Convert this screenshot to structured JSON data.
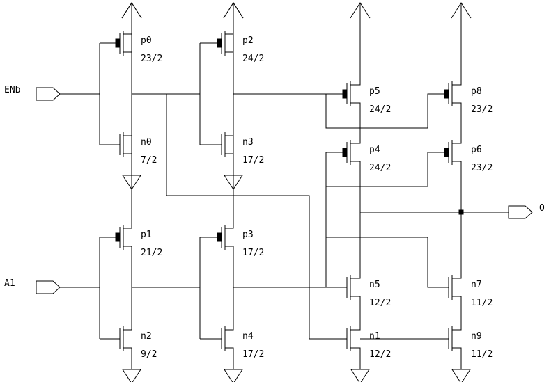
{
  "inputs": [
    {
      "id": "enb",
      "label": "ENb"
    },
    {
      "id": "a1",
      "label": "A1"
    }
  ],
  "outputs": [
    {
      "id": "o",
      "label": "O"
    }
  ],
  "transistors": [
    {
      "id": "p0",
      "type": "pmos",
      "name": "p0",
      "size": "23/2"
    },
    {
      "id": "n0",
      "type": "nmos",
      "name": "n0",
      "size": "7/2"
    },
    {
      "id": "p2",
      "type": "pmos",
      "name": "p2",
      "size": "24/2"
    },
    {
      "id": "n3",
      "type": "nmos",
      "name": "n3",
      "size": "17/2"
    },
    {
      "id": "p1",
      "type": "pmos",
      "name": "p1",
      "size": "21/2"
    },
    {
      "id": "n2",
      "type": "nmos",
      "name": "n2",
      "size": "9/2"
    },
    {
      "id": "p3",
      "type": "pmos",
      "name": "p3",
      "size": "17/2"
    },
    {
      "id": "n4",
      "type": "nmos",
      "name": "n4",
      "size": "17/2"
    },
    {
      "id": "p5",
      "type": "pmos",
      "name": "p5",
      "size": "24/2"
    },
    {
      "id": "p4",
      "type": "pmos",
      "name": "p4",
      "size": "24/2"
    },
    {
      "id": "n5",
      "type": "nmos",
      "name": "n5",
      "size": "12/2"
    },
    {
      "id": "n1",
      "type": "nmos",
      "name": "n1",
      "size": "12/2"
    },
    {
      "id": "p8",
      "type": "pmos",
      "name": "p8",
      "size": "23/2"
    },
    {
      "id": "p6",
      "type": "pmos",
      "name": "p6",
      "size": "23/2"
    },
    {
      "id": "n7",
      "type": "nmos",
      "name": "n7",
      "size": "11/2"
    },
    {
      "id": "n9",
      "type": "nmos",
      "name": "n9",
      "size": "11/2"
    }
  ]
}
